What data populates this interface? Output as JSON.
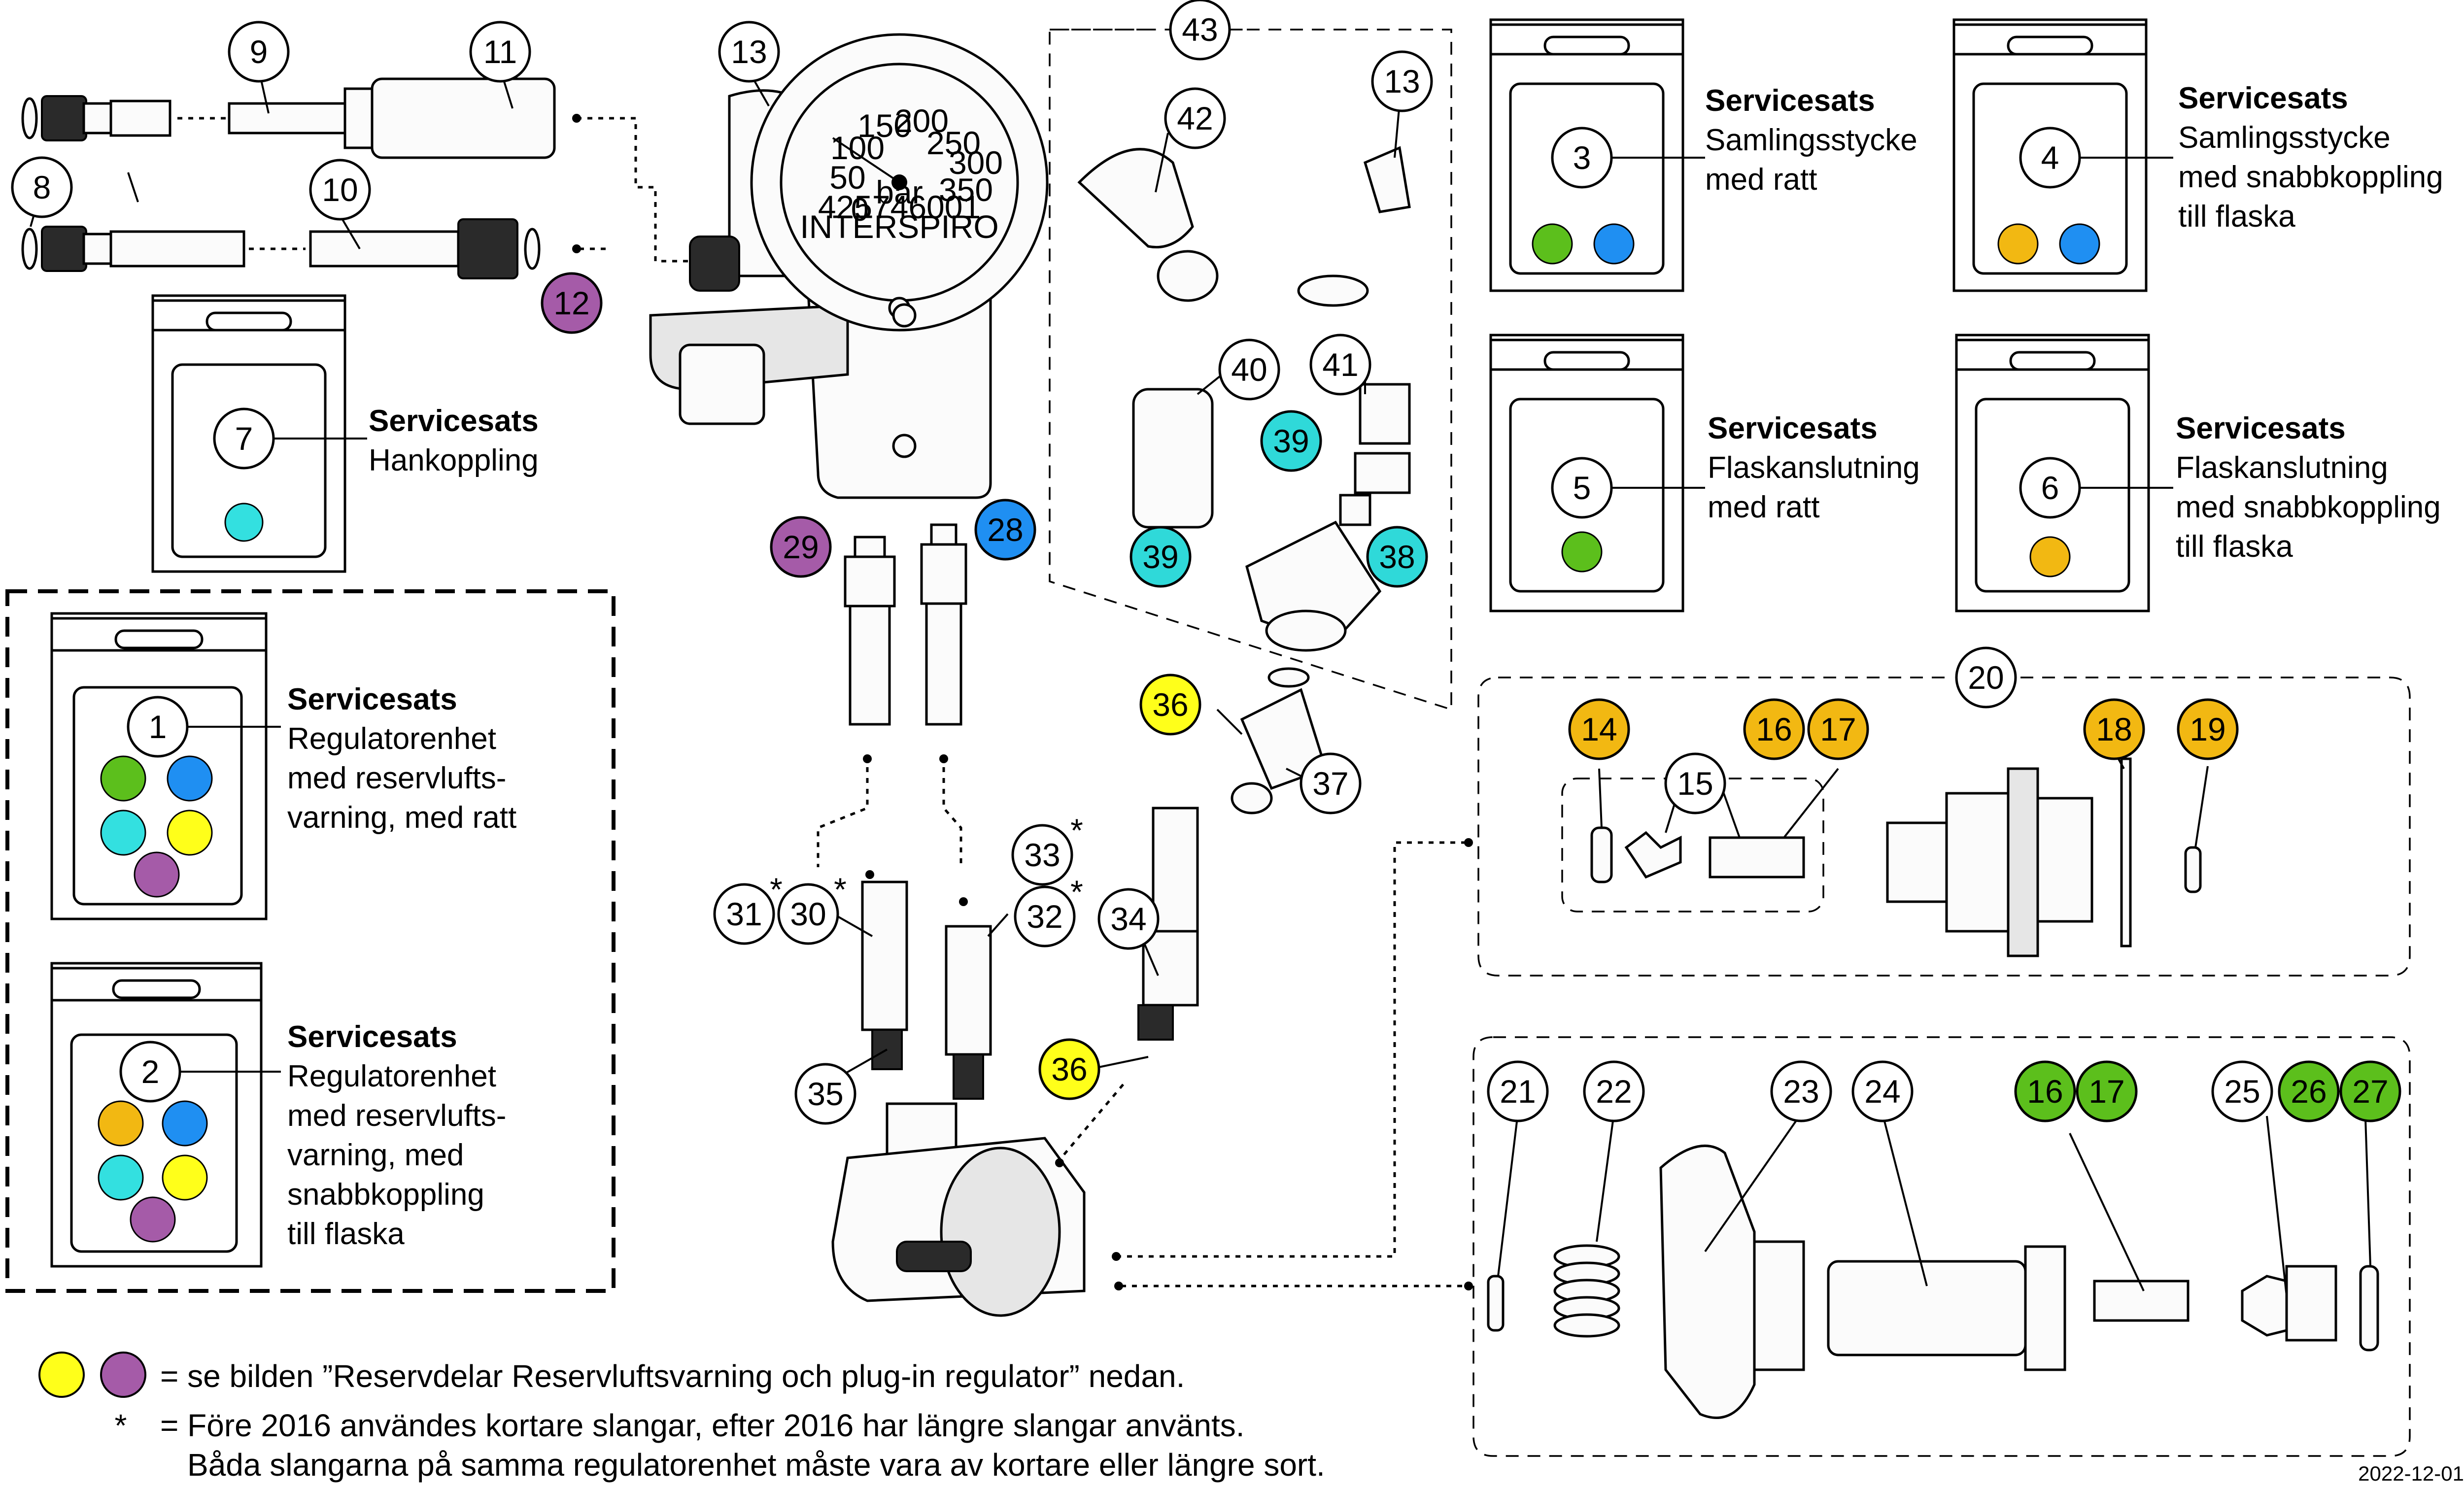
{
  "colors": {
    "green": "#5cbf1c",
    "blue": "#1f8ff2",
    "cyan": "#33e0e0",
    "yellow": "#ffff1a",
    "orange": "#f2b812",
    "purple": "#a55ba8",
    "teal_badge": "#2fd9d9"
  },
  "kits": {
    "k1": {
      "number": "1",
      "title": "Servicesats",
      "lines": [
        "Regulatorenhet",
        "med reservlufts-",
        "varning, med ratt"
      ]
    },
    "k2": {
      "number": "2",
      "title": "Servicesats",
      "lines": [
        "Regulatorenhet",
        "med reservlufts-",
        "varning, med",
        "snabbkoppling",
        "till flaska"
      ]
    },
    "k3": {
      "number": "3",
      "title": "Servicesats",
      "lines": [
        "Samlingsstycke",
        "med ratt"
      ]
    },
    "k4": {
      "number": "4",
      "title": "Servicesats",
      "lines": [
        "Samlingsstycke",
        "med snabbkoppling",
        "till flaska"
      ]
    },
    "k5": {
      "number": "5",
      "title": "Servicesats",
      "lines": [
        "Flaskanslutning",
        "med ratt"
      ]
    },
    "k6": {
      "number": "6",
      "title": "Servicesats",
      "lines": [
        "Flaskanslutning",
        "med snabbkoppling",
        "till flaska"
      ]
    },
    "k7": {
      "number": "7",
      "title": "Servicesats",
      "lines": [
        "Hankoppling"
      ]
    }
  },
  "parts": {
    "p8": "8",
    "p9": "9",
    "p10": "10",
    "p11": "11",
    "p12": "12",
    "p13a": "13",
    "p13b": "13",
    "p14": "14",
    "p15": "15",
    "p16a": "16",
    "p17a": "17",
    "p16b": "16",
    "p17b": "17",
    "p18": "18",
    "p19": "19",
    "p20": "20",
    "p21": "21",
    "p22": "22",
    "p23": "23",
    "p24": "24",
    "p25": "25",
    "p26": "26",
    "p27": "27",
    "p28": "28",
    "p29": "29",
    "p30": "30",
    "p31": "31",
    "p32": "32",
    "p33": "33",
    "p34": "34",
    "p35": "35",
    "p36a": "36",
    "p36b": "36",
    "p37": "37",
    "p38": "38",
    "p39a": "39",
    "p39b": "39",
    "p40": "40",
    "p41": "41",
    "p42": "42",
    "p43": "43"
  },
  "asterisk": "*",
  "gauge": {
    "ticks": [
      "0",
      "50",
      "100",
      "150",
      "200",
      "250",
      "300",
      "350"
    ],
    "unit": "bar",
    "serial": "425746001",
    "brand": "INTERSPIRO"
  },
  "footnotes": {
    "color_note": "= se bilden ”Reservdelar Reservluftsvarning och plug-in regulator” nedan.",
    "asterisk_symbol": "*",
    "asterisk_line1": "= Före 2016 användes kortare slangar, efter 2016 har längre slangar använts.",
    "asterisk_line2": "Båda slangarna på samma regulatorenhet måste vara av kortare eller längre sort."
  },
  "date": "2022-12-01"
}
